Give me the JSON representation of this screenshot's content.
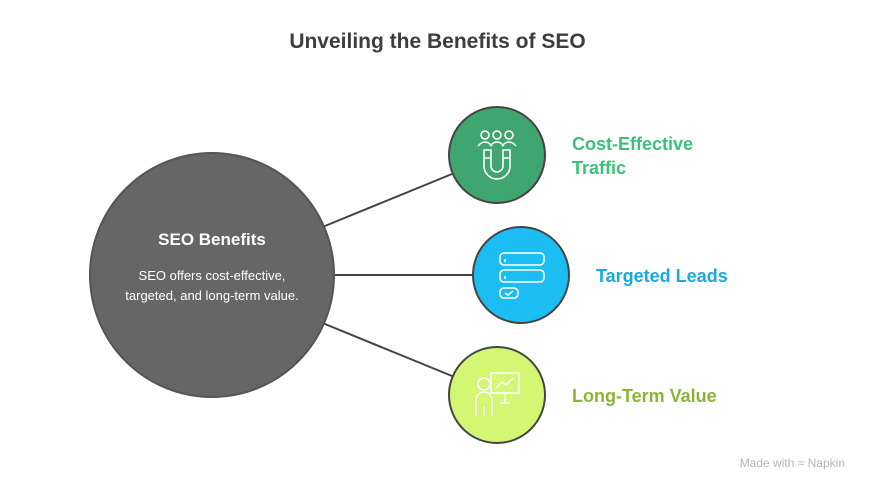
{
  "title": "Unveiling the Benefits of SEO",
  "center": {
    "title": "SEO Benefits",
    "text": "SEO offers cost-effective, targeted, and long-term value."
  },
  "items": [
    {
      "label": "Cost-Effective Traffic",
      "icon": "magnet-people-icon",
      "color": "#3fa66f",
      "text_color": "#3cc07a"
    },
    {
      "label": "Targeted Leads",
      "icon": "form-check-icon",
      "color": "#1bbdf3",
      "text_color": "#1aa9de"
    },
    {
      "label": "Long-Term Value",
      "icon": "presenter-chart-icon",
      "color": "#d3f772",
      "text_color": "#8ab733"
    }
  ],
  "footer": "Made with ≈ Napkin"
}
